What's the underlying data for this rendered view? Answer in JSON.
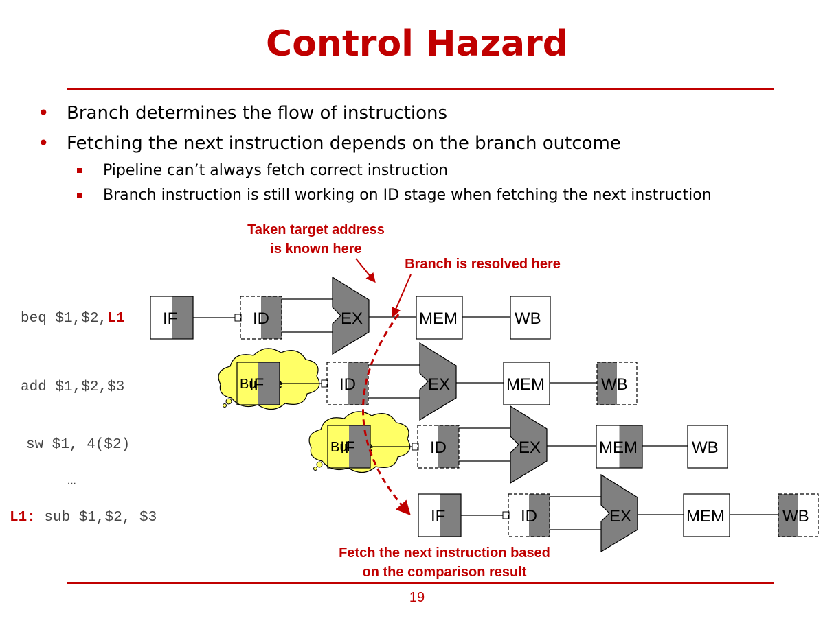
{
  "slide": {
    "title": "Control Hazard",
    "bullets": [
      "Branch determines the flow of instructions",
      "Fetching the next instruction depends on the branch outcome"
    ],
    "sub_bullets": [
      "Pipeline can’t always fetch correct instruction",
      "Branch instruction is still working on ID stage when fetching the next instruction"
    ],
    "page_number": "19"
  },
  "instructions": [
    {
      "text": "beq $1,$2,",
      "label": "L1"
    },
    {
      "text": "add $1,$2,$3"
    },
    {
      "text": "sw $1, 4($2)"
    },
    {
      "text": "…"
    },
    {
      "label": "L1:",
      "text": " sub $1,$2, $3"
    }
  ],
  "annotations": {
    "taken_target": [
      "Taken target address",
      "is known here"
    ],
    "branch_resolved": "Branch is resolved here",
    "fetch_next": [
      "Fetch the next instruction based",
      "on the comparison result"
    ]
  },
  "stages": {
    "if": "IF",
    "id": "ID",
    "ex": "EX",
    "mem": "MEM",
    "wb": "WB",
    "bubble": "Bubble"
  },
  "colors": {
    "accent": "#c00000",
    "stage_shade": "#808080",
    "bubble_fill": "#ffff66"
  }
}
